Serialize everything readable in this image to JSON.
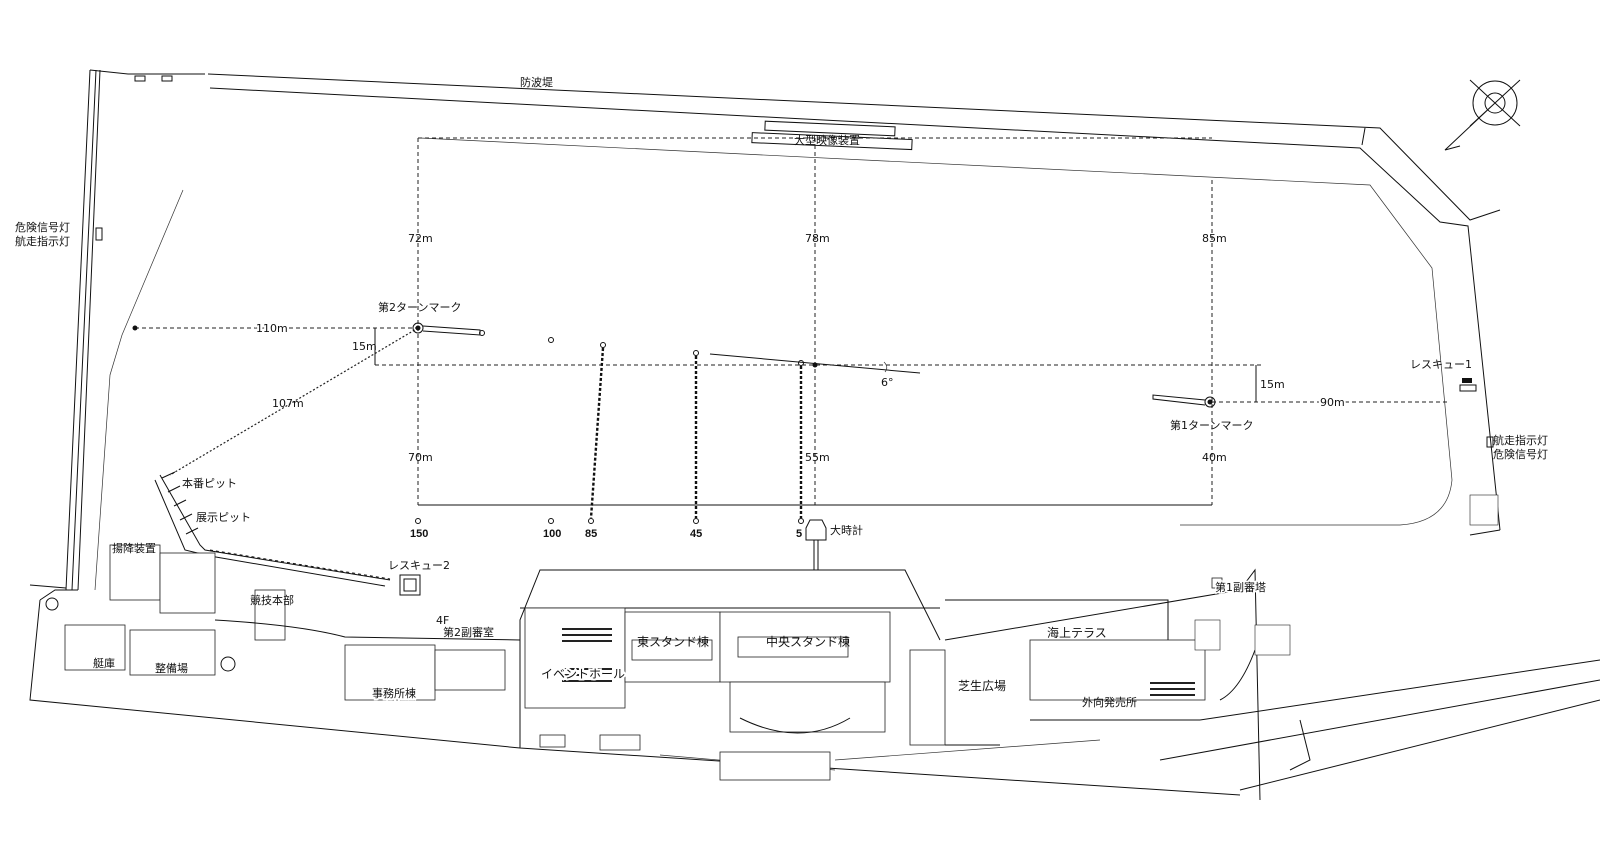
{
  "title": "ボートレース場 水面・施設配置図",
  "labels": {
    "breakwater": "防波堤",
    "big_screen": "大型映像装置",
    "left_light_1": "危険信号灯",
    "left_light_2": "航走指示灯",
    "right_light_1": "航走指示灯",
    "right_light_2": "危険信号灯",
    "turn_mark_2": "第2ターンマーク",
    "turn_mark_1": "第1ターンマーク",
    "rescue_1": "レスキュー1",
    "rescue_2": "レスキュー2",
    "main_pit": "本番ピット",
    "exhibit_pit": "展示ピット",
    "hoist": "揚降装置",
    "race_hq": "競技本部",
    "floor_4f": "4F",
    "sub_judge_room_2": "第2副審室",
    "boathouse": "艇庫",
    "maintenance": "整備場",
    "office": "事務所棟",
    "event_hall": "イベントホール",
    "east_stand": "東スタンド棟",
    "central_stand": "中央スタンド棟",
    "sea_terrace": "海上テラス",
    "lawn_plaza": "芝生広場",
    "outside_sales": "外向発売所",
    "sub_judge_tower_1": "第1副審塔",
    "big_clock": "大時計"
  },
  "dimensions": {
    "d72": "72m",
    "d78": "78m",
    "d85": "85m",
    "d70": "70m",
    "d55": "55m",
    "d40": "40m",
    "d110": "110m",
    "d107": "107m",
    "d90": "90m",
    "d15_left": "15m",
    "d15_right": "15m",
    "angle": "6°"
  },
  "start_markers": [
    "150",
    "100",
    "85",
    "45",
    "5"
  ],
  "icons": {
    "compass": "compass-north-icon"
  }
}
